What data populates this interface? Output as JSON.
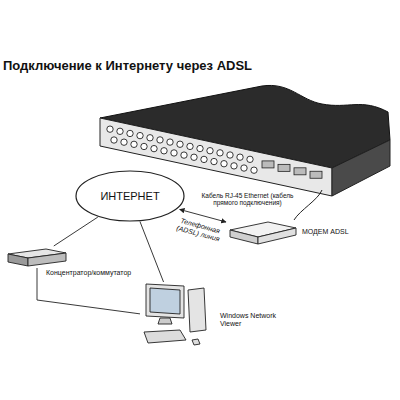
{
  "diagram": {
    "title": "Подключение к Интернету через ADSL",
    "nodes": [
      {
        "text": [
          "ИНТЕРНЕТ"
        ]
      },
      {
        "text": [
          "МОДЕМ ADSL"
        ]
      },
      {
        "text": [
          "Концентратор/коммутатор"
        ]
      },
      {
        "text": [
          "Windows Network Viewer"
        ]
      }
    ],
    "edges": [
      {
        "from": 0,
        "to": 1,
        "label": "Телефонная (ADSL) линия",
        "arrow": "both"
      },
      {
        "from": 0,
        "to": 2,
        "arrow": "none"
      },
      {
        "from": 0,
        "to": 3,
        "arrow": "none"
      },
      {
        "from": 2,
        "to": 3,
        "arrow": "none"
      }
    ],
    "labels": [
      "Кабель RJ-45 Ethernet (кабель прямого подключения)"
    ]
  }
}
